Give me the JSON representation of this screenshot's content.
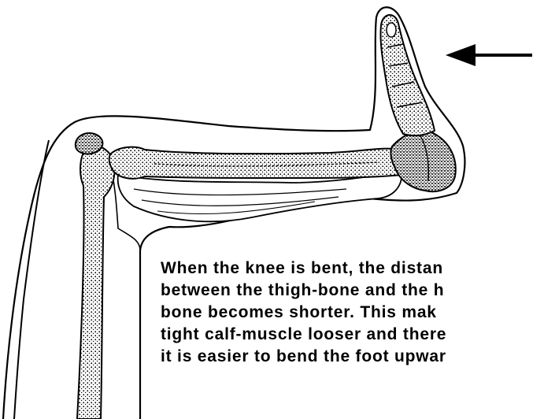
{
  "figure": {
    "caption_lines": [
      "When the knee is bent, the distan",
      "between the thigh-bone and the h",
      "bone becomes shorter. This mak",
      "tight calf-muscle looser and there",
      "it is easier to bend the foot upwar"
    ],
    "colors": {
      "ink": "#000000",
      "paper": "#ffffff",
      "stipple": "#3a3a3a"
    },
    "icons": [
      "arrow-left-icon"
    ]
  }
}
